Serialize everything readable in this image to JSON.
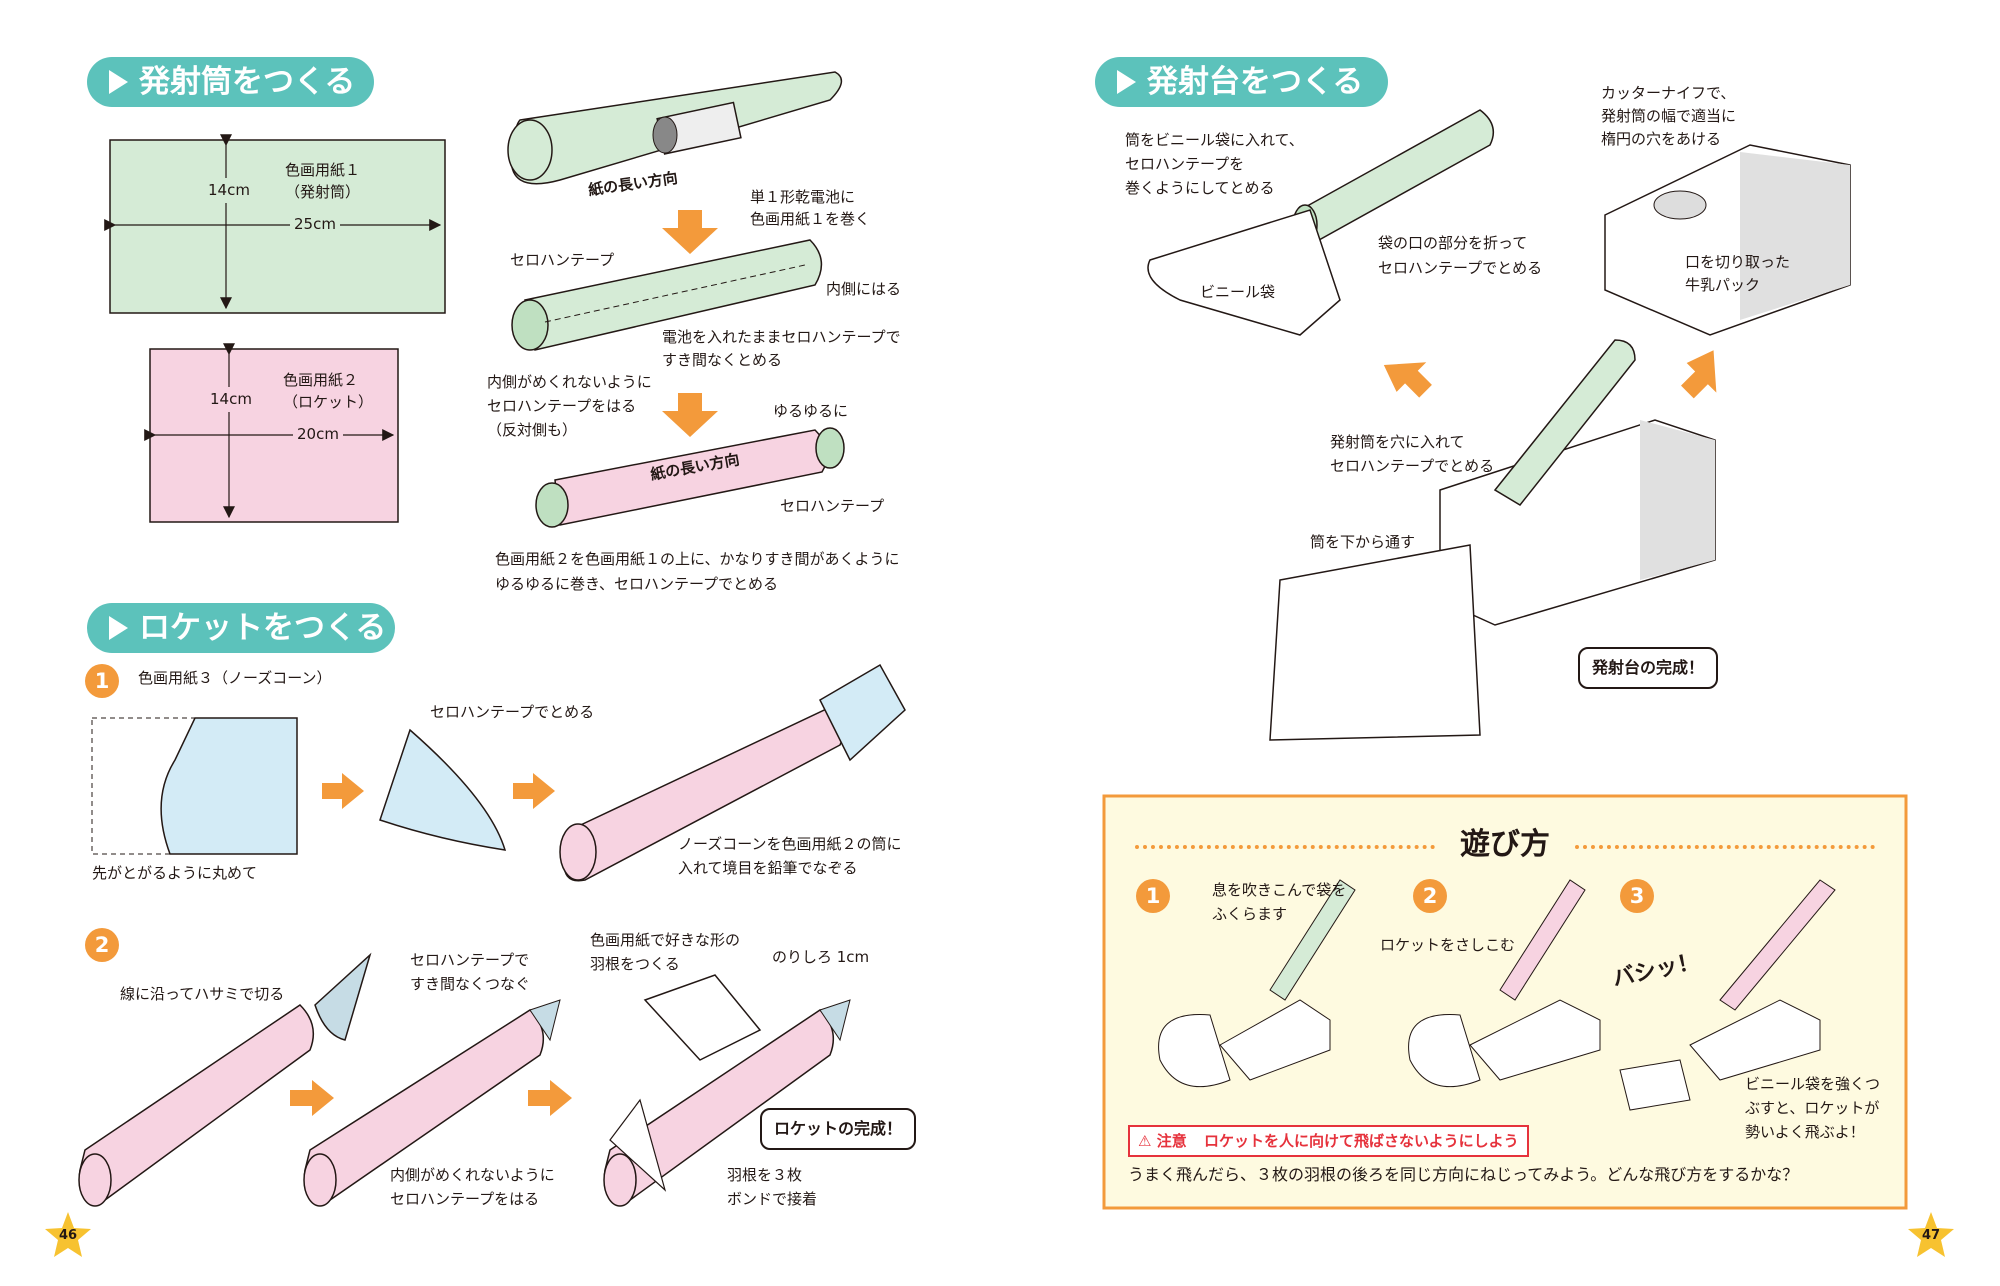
{
  "left": {
    "tab_launch_tube": "発射筒をつくる",
    "sheet1": {
      "label_1": "色画用紙１",
      "label_2": "（発射筒）",
      "height": "14cm",
      "width": "25cm"
    },
    "sheet2": {
      "label_1": "色画用紙２",
      "label_2": "（ロケット）",
      "height": "14cm",
      "width": "20cm"
    },
    "tube_steps": {
      "paper_direction_1": "紙の長い方向",
      "battery_note_1": "単１形乾電池に",
      "battery_note_2": "色画用紙１を巻く",
      "tape_label_1": "セロハンテープ",
      "inside_tape": "内側にはる",
      "battery_tape_1": "電池を入れたままセロハンテープで",
      "battery_tape_2": "すき間なくとめる",
      "inside_note_1": "内側がめくれないように",
      "inside_note_2": "セロハンテープをはる",
      "inside_note_3": "（反対側も）",
      "loose": "ゆるゆるに",
      "paper_direction_2": "紙の長い方向",
      "tape_label_2": "セロハンテープ",
      "wrap_note_1": "色画用紙２を色画用紙１の上に、かなりすき間があくように",
      "wrap_note_2": "ゆるゆるに巻き、セロハンテープでとめる"
    },
    "tab_rocket": "ロケットをつくる",
    "step1": {
      "num": "1",
      "label": "色画用紙３（ノーズコーン）",
      "tape": "セロハンテープでとめる",
      "roll": "先がとがるように丸めて",
      "nose_1": "ノーズコーンを色画用紙２の筒に",
      "nose_2": "入れて境目を鉛筆でなぞる"
    },
    "step2": {
      "num": "2",
      "cut": "線に沿ってハサミで切る",
      "join_1": "セロハンテープで",
      "join_2": "すき間なくつなぐ",
      "fin_1": "色画用紙で好きな形の",
      "fin_2": "羽根をつくる",
      "glue_margin": "のりしろ 1cm",
      "inside_1": "内側がめくれないように",
      "inside_2": "セロハンテープをはる",
      "fins_1": "羽根を３枚",
      "fins_2": "ボンドで接着",
      "done": "ロケットの完成！"
    },
    "page_number": "46"
  },
  "right": {
    "tab_launcher": "発射台をつくる",
    "bag_1": "筒をビニール袋に入れて、",
    "bag_2": "セロハンテープを",
    "bag_3": "巻くようにしてとめる",
    "plastic_bag": "ビニール袋",
    "fold_1": "袋の口の部分を折って",
    "fold_2": "セロハンテープでとめる",
    "cutter_1": "カッターナイフで、",
    "cutter_2": "発射筒の幅で適当に",
    "cutter_3": "楕円の穴をあける",
    "carton_1": "口を切り取った",
    "carton_2": "牛乳パック",
    "insert_1": "発射筒を穴に入れて",
    "insert_2": "セロハンテープでとめる",
    "through": "筒を下から通す",
    "done": "発射台の完成！",
    "howto": {
      "title": "遊び方",
      "s1_num": "1",
      "s1_1": "息を吹きこんで袋を",
      "s1_2": "ふくらます",
      "s2_num": "2",
      "s2": "ロケットをさしこむ",
      "s3_num": "3",
      "bashi": "バシッ！",
      "s3_1": "ビニール袋を強くつ",
      "s3_2": "ぶすと、ロケットが",
      "s3_3": "勢いよく飛ぶよ！",
      "caution_head": "注意",
      "caution": "ロケットを人に向けて飛ばさないようにしよう",
      "tip": "うまく飛んだら、３枚の羽根の後ろを同じ方向にねじってみよう。どんな飛び方をするかな？"
    },
    "page_number": "47"
  }
}
